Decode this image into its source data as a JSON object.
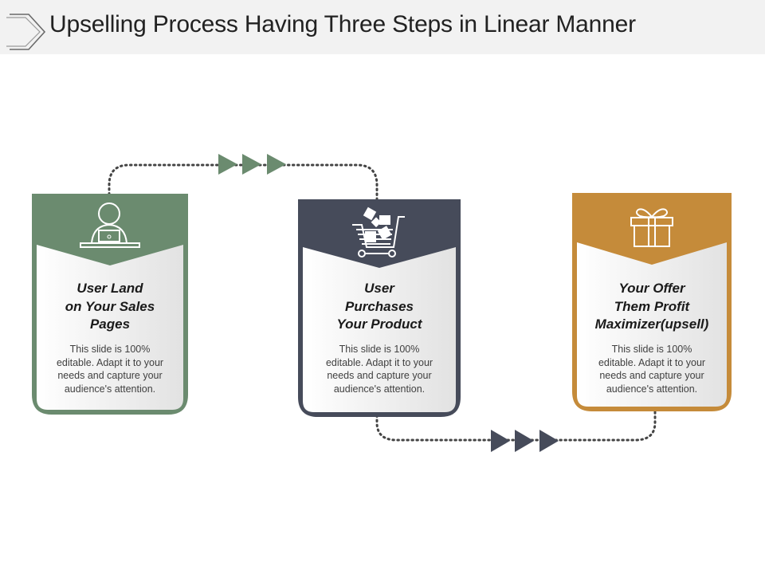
{
  "header": {
    "title": "Upselling Process Having Three Steps in Linear Manner"
  },
  "colors": {
    "step1": "#6b8b6f",
    "step2": "#464b5a",
    "step3": "#c58b3a",
    "arrow_top": "#6b8b6f",
    "arrow_bottom": "#464b5a",
    "header_bg": "#f2f2f2"
  },
  "steps": [
    {
      "icon": "user-at-laptop-icon",
      "title": "User Land\non Your Sales\nPages",
      "body": "This slide is 100%\neditable. Adapt it to your\nneeds and capture your\naudience's attention."
    },
    {
      "icon": "shopping-cart-icon",
      "title": "User\nPurchases\nYour Product",
      "body": "This slide is 100%\neditable. Adapt it to your\nneeds and capture your\naudience's attention."
    },
    {
      "icon": "gift-box-icon",
      "title": "Your Offer\nThem Profit\nMaximizer(upsell)",
      "body": "This slide is 100%\neditable. Adapt it to your\nneeds and capture your\naudience's attention."
    }
  ]
}
